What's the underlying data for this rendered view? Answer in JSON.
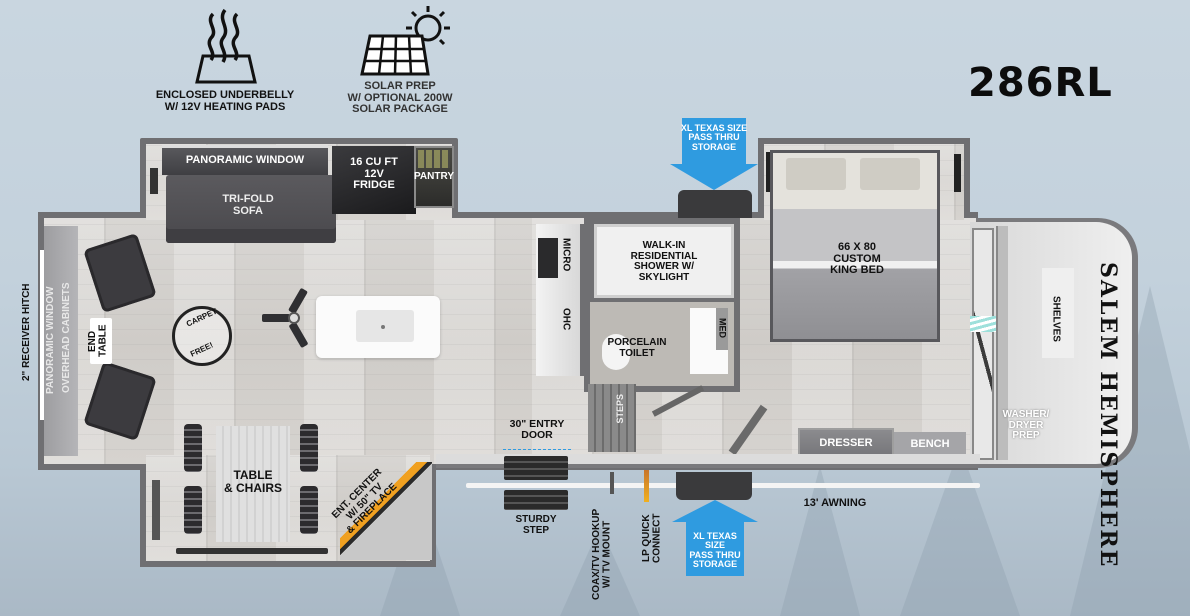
{
  "model": "286RL",
  "features": [
    {
      "icon": "heating-underbelly-icon",
      "label": "ENCLOSED UNDERBELLY\nW/ 12V HEATING PADS"
    },
    {
      "icon": "solar-panel-icon",
      "label": "SOLAR PREP\nW/ OPTIONAL 200W\nSOLAR PACKAGE"
    }
  ],
  "brand": "SALEM HEMISPHERE",
  "colors": {
    "background": "#c5d3de",
    "storage_arrow": "#2f9be0",
    "wall": "#6f6f72",
    "floor": "#d3d0cc",
    "fireplace_accent": "#f0a020"
  },
  "labels": {
    "panoramic_window_top": "PANORAMIC WINDOW",
    "tri_fold_sofa": "TRI-FOLD\nSOFA",
    "fridge": "16 CU FT\n12V\nFRIDGE",
    "pantry": "PANTRY",
    "receiver_hitch": "2\" RECEIVER HITCH",
    "panoramic_window_rear": "PANORAMIC WINDOW",
    "overhead_cabinets": "OVERHEAD CABINETS",
    "end_table": "END\nTABLE",
    "carpet_free_top": "CARPET",
    "carpet_free_bottom": "FREE!",
    "table_chairs": "TABLE\n& CHAIRS",
    "ent_center": "ENT. CENTER\nW/ 50\" TV\n& FIREPLACE",
    "micro": "MICRO",
    "ohc": "OHC",
    "shower": "WALK-IN\nRESIDENTIAL\nSHOWER W/\nSKYLIGHT",
    "toilet": "PORCELAIN\nTOILET",
    "med": "MED",
    "steps": "STEPS",
    "entry_door": "30\" ENTRY\nDOOR",
    "sturdy_step": "STURDY\nSTEP",
    "coax": "COAX/TV HOOKUP\nW/ TV MOUNT",
    "lp": "LP QUICK\nCONNECT",
    "storage_top": "XL TEXAS SIZE\nPASS THRU\nSTORAGE",
    "storage_bottom": "XL TEXAS SIZE\nPASS THRU\nSTORAGE",
    "awning": "13' AWNING",
    "king_bed": "66 X 80\nCUSTOM\nKING BED",
    "dresser": "DRESSER",
    "bench": "BENCH",
    "shelves": "SHELVES",
    "washer_dryer": "WASHER/\nDRYER\nPREP"
  }
}
